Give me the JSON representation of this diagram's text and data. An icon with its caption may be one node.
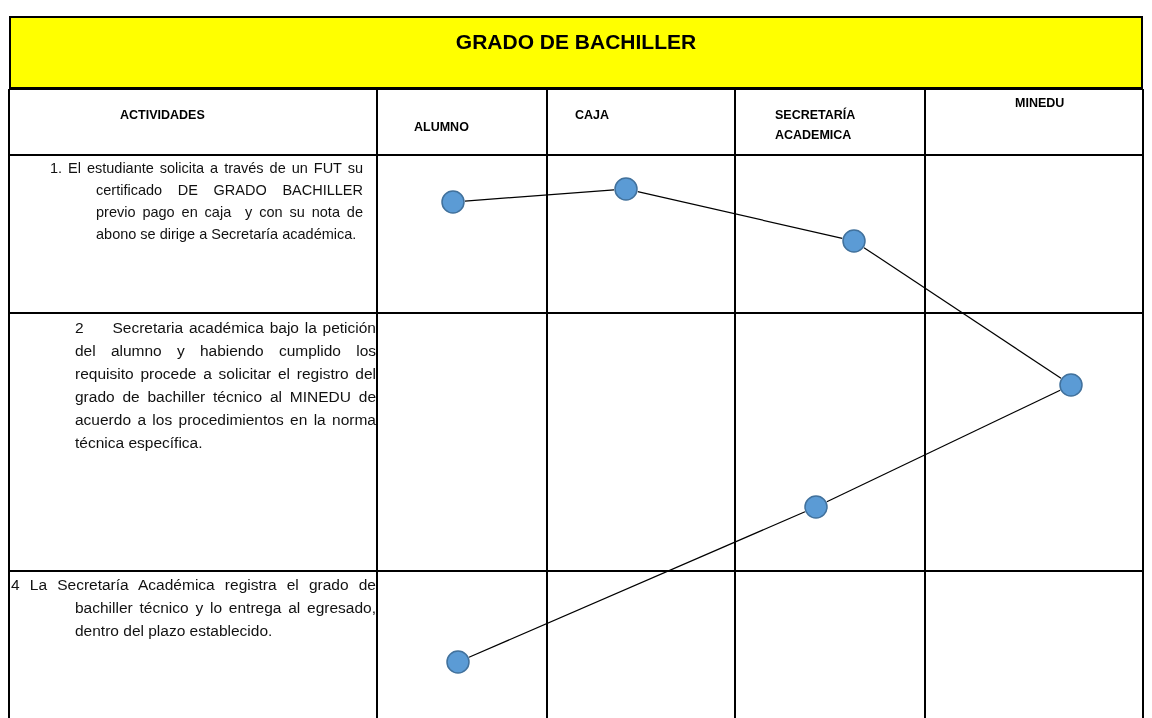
{
  "diagram": {
    "title": "GRADO DE BACHILLER",
    "nodes": [
      {
        "text": [],
        "shape": "circle"
      },
      {
        "text": [],
        "shape": "circle"
      },
      {
        "text": [],
        "shape": "circle"
      },
      {
        "text": [],
        "shape": "circle"
      },
      {
        "text": [],
        "shape": "circle"
      },
      {
        "text": [],
        "shape": "circle"
      }
    ],
    "edges": [
      {
        "from": 0,
        "to": 1,
        "arrow": "none"
      },
      {
        "from": 1,
        "to": 2,
        "arrow": "none"
      },
      {
        "from": 2,
        "to": 3,
        "arrow": "none"
      },
      {
        "from": 3,
        "to": 4,
        "arrow": "none"
      },
      {
        "from": 4,
        "to": 5,
        "arrow": "none"
      }
    ],
    "labels": [
      "ACTIVIDADES",
      "ALUMNO",
      "CAJA",
      "SECRETARÍA ACADEMICA",
      "MINEDU",
      "1. El estudiante solicita a través de un FUT su certificado DE GRADO BACHILLER previo pago en caja  y con su nota de abono se dirige a Secretaría académica.",
      "2     Secretaria académica bajo la petición del alumno y habiendo cumplido los requisito procede a solicitar el registro del grado de bachiller técnico al MINEDU de acuerdo a los procedimientos en la norma técnica específica.",
      "4 La Secretaría Académica registra el grado de bachiller técnico y lo entrega al egresado, dentro del plazo establecido."
    ]
  }
}
